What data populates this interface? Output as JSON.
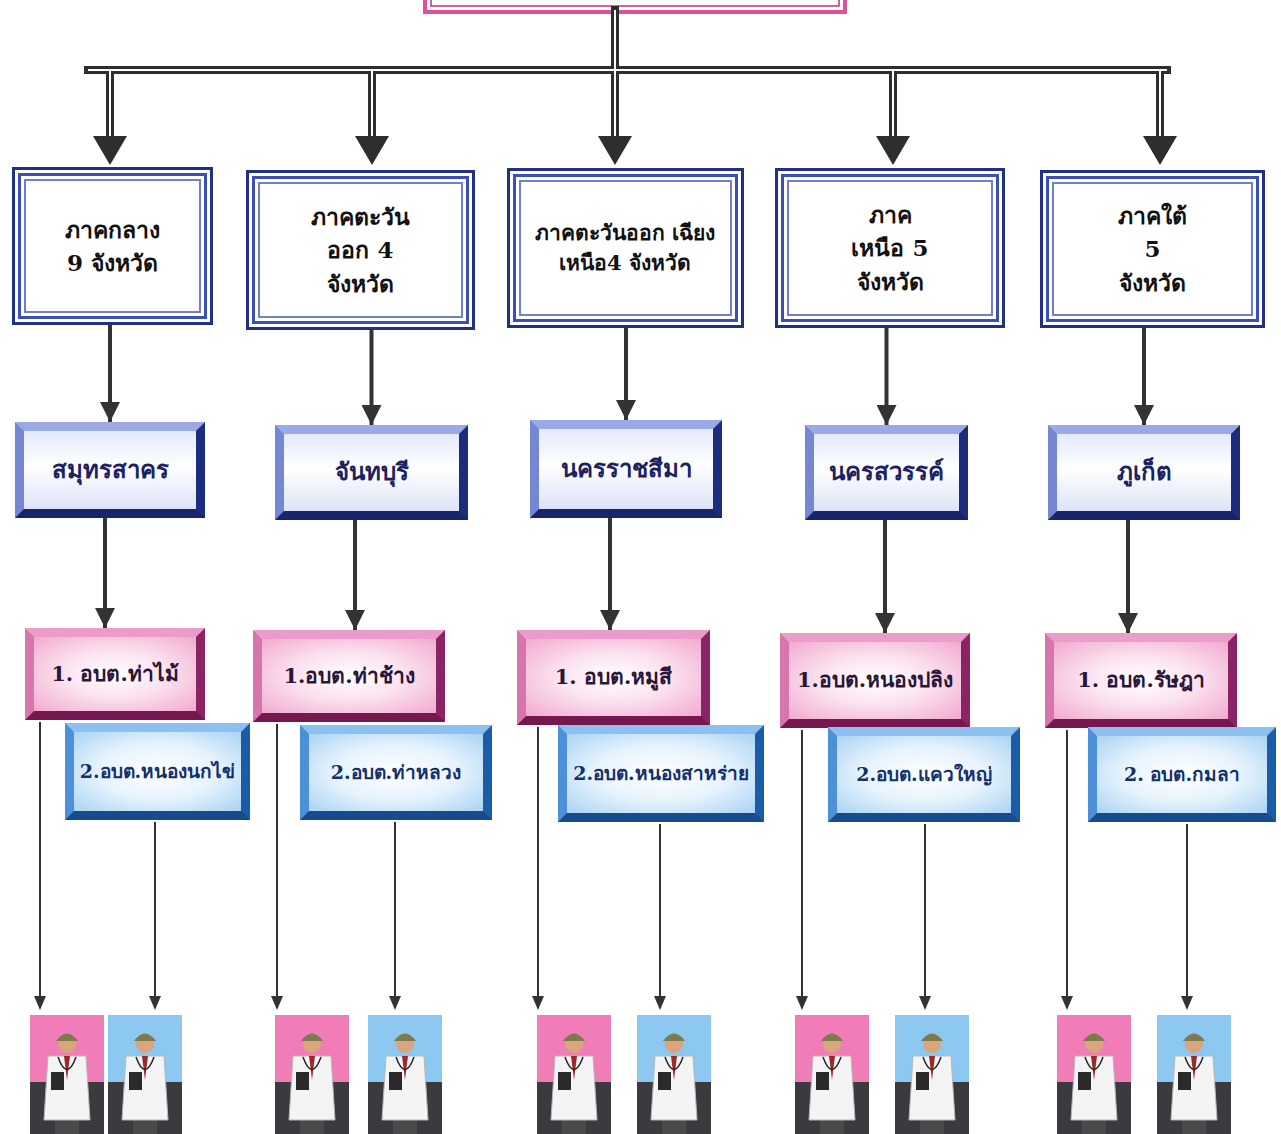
{
  "diagram": {
    "nodes": [
      {
        "text": [
          "ภาคกลาง 9 จังหวัด"
        ]
      },
      {
        "text": [
          "ภาคตะวันออก 4 จังหวัด"
        ]
      },
      {
        "text": [
          "ภาคตะวันออก เฉียงเหนือ4 จังหวัด"
        ]
      },
      {
        "text": [
          "ภาคเหนือ 5 จังหวัด"
        ]
      },
      {
        "text": [
          "ภาคใต้ 5 จังหวัด"
        ]
      },
      {
        "text": [
          "สมุทรสาคร"
        ]
      },
      {
        "text": [
          "จันทบุรี"
        ]
      },
      {
        "text": [
          "นครราชสีมา"
        ]
      },
      {
        "text": [
          "นครสวรรค์"
        ]
      },
      {
        "text": [
          "ภูเก็ต"
        ]
      },
      {
        "text": [
          "1. อบต.ท่าไม้"
        ]
      },
      {
        "text": [
          "2.อบต.หนองนกไข่"
        ]
      },
      {
        "text": [
          "1.อบต.ท่าช้าง"
        ]
      },
      {
        "text": [
          "2.อบต.ท่าหลวง"
        ]
      },
      {
        "text": [
          "1. อบต.หมูสี"
        ]
      },
      {
        "text": [
          "2.อบต.หนองสาหร่าย"
        ]
      },
      {
        "text": [
          "1.อบต.หนองปลิง"
        ]
      },
      {
        "text": [
          "2.อบต.แควใหญ่"
        ]
      },
      {
        "text": [
          "1. อบต.รัษฎา"
        ]
      },
      {
        "text": [
          "2. อบต.กมลา"
        ]
      }
    ],
    "edges": [
      {
        "from": 0,
        "to": 5,
        "arrow": "to"
      },
      {
        "from": 1,
        "to": 6,
        "arrow": "to"
      },
      {
        "from": 2,
        "to": 7,
        "arrow": "to"
      },
      {
        "from": 3,
        "to": 8,
        "arrow": "to"
      },
      {
        "from": 4,
        "to": 9,
        "arrow": "to"
      },
      {
        "from": 5,
        "to": 10,
        "arrow": "to"
      },
      {
        "from": 6,
        "to": 12,
        "arrow": "to"
      },
      {
        "from": 7,
        "to": 14,
        "arrow": "to"
      },
      {
        "from": 8,
        "to": 16,
        "arrow": "to"
      },
      {
        "from": 9,
        "to": 18,
        "arrow": "to"
      }
    ]
  }
}
